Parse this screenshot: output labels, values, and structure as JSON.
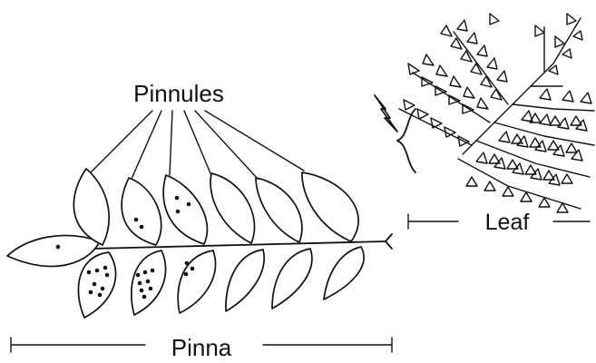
{
  "labels": {
    "pinnules": "Pinnules",
    "leaf": "Leaf",
    "pinna": "Pinna"
  },
  "colors": {
    "ink": "#111111",
    "background": "#ffffff"
  }
}
